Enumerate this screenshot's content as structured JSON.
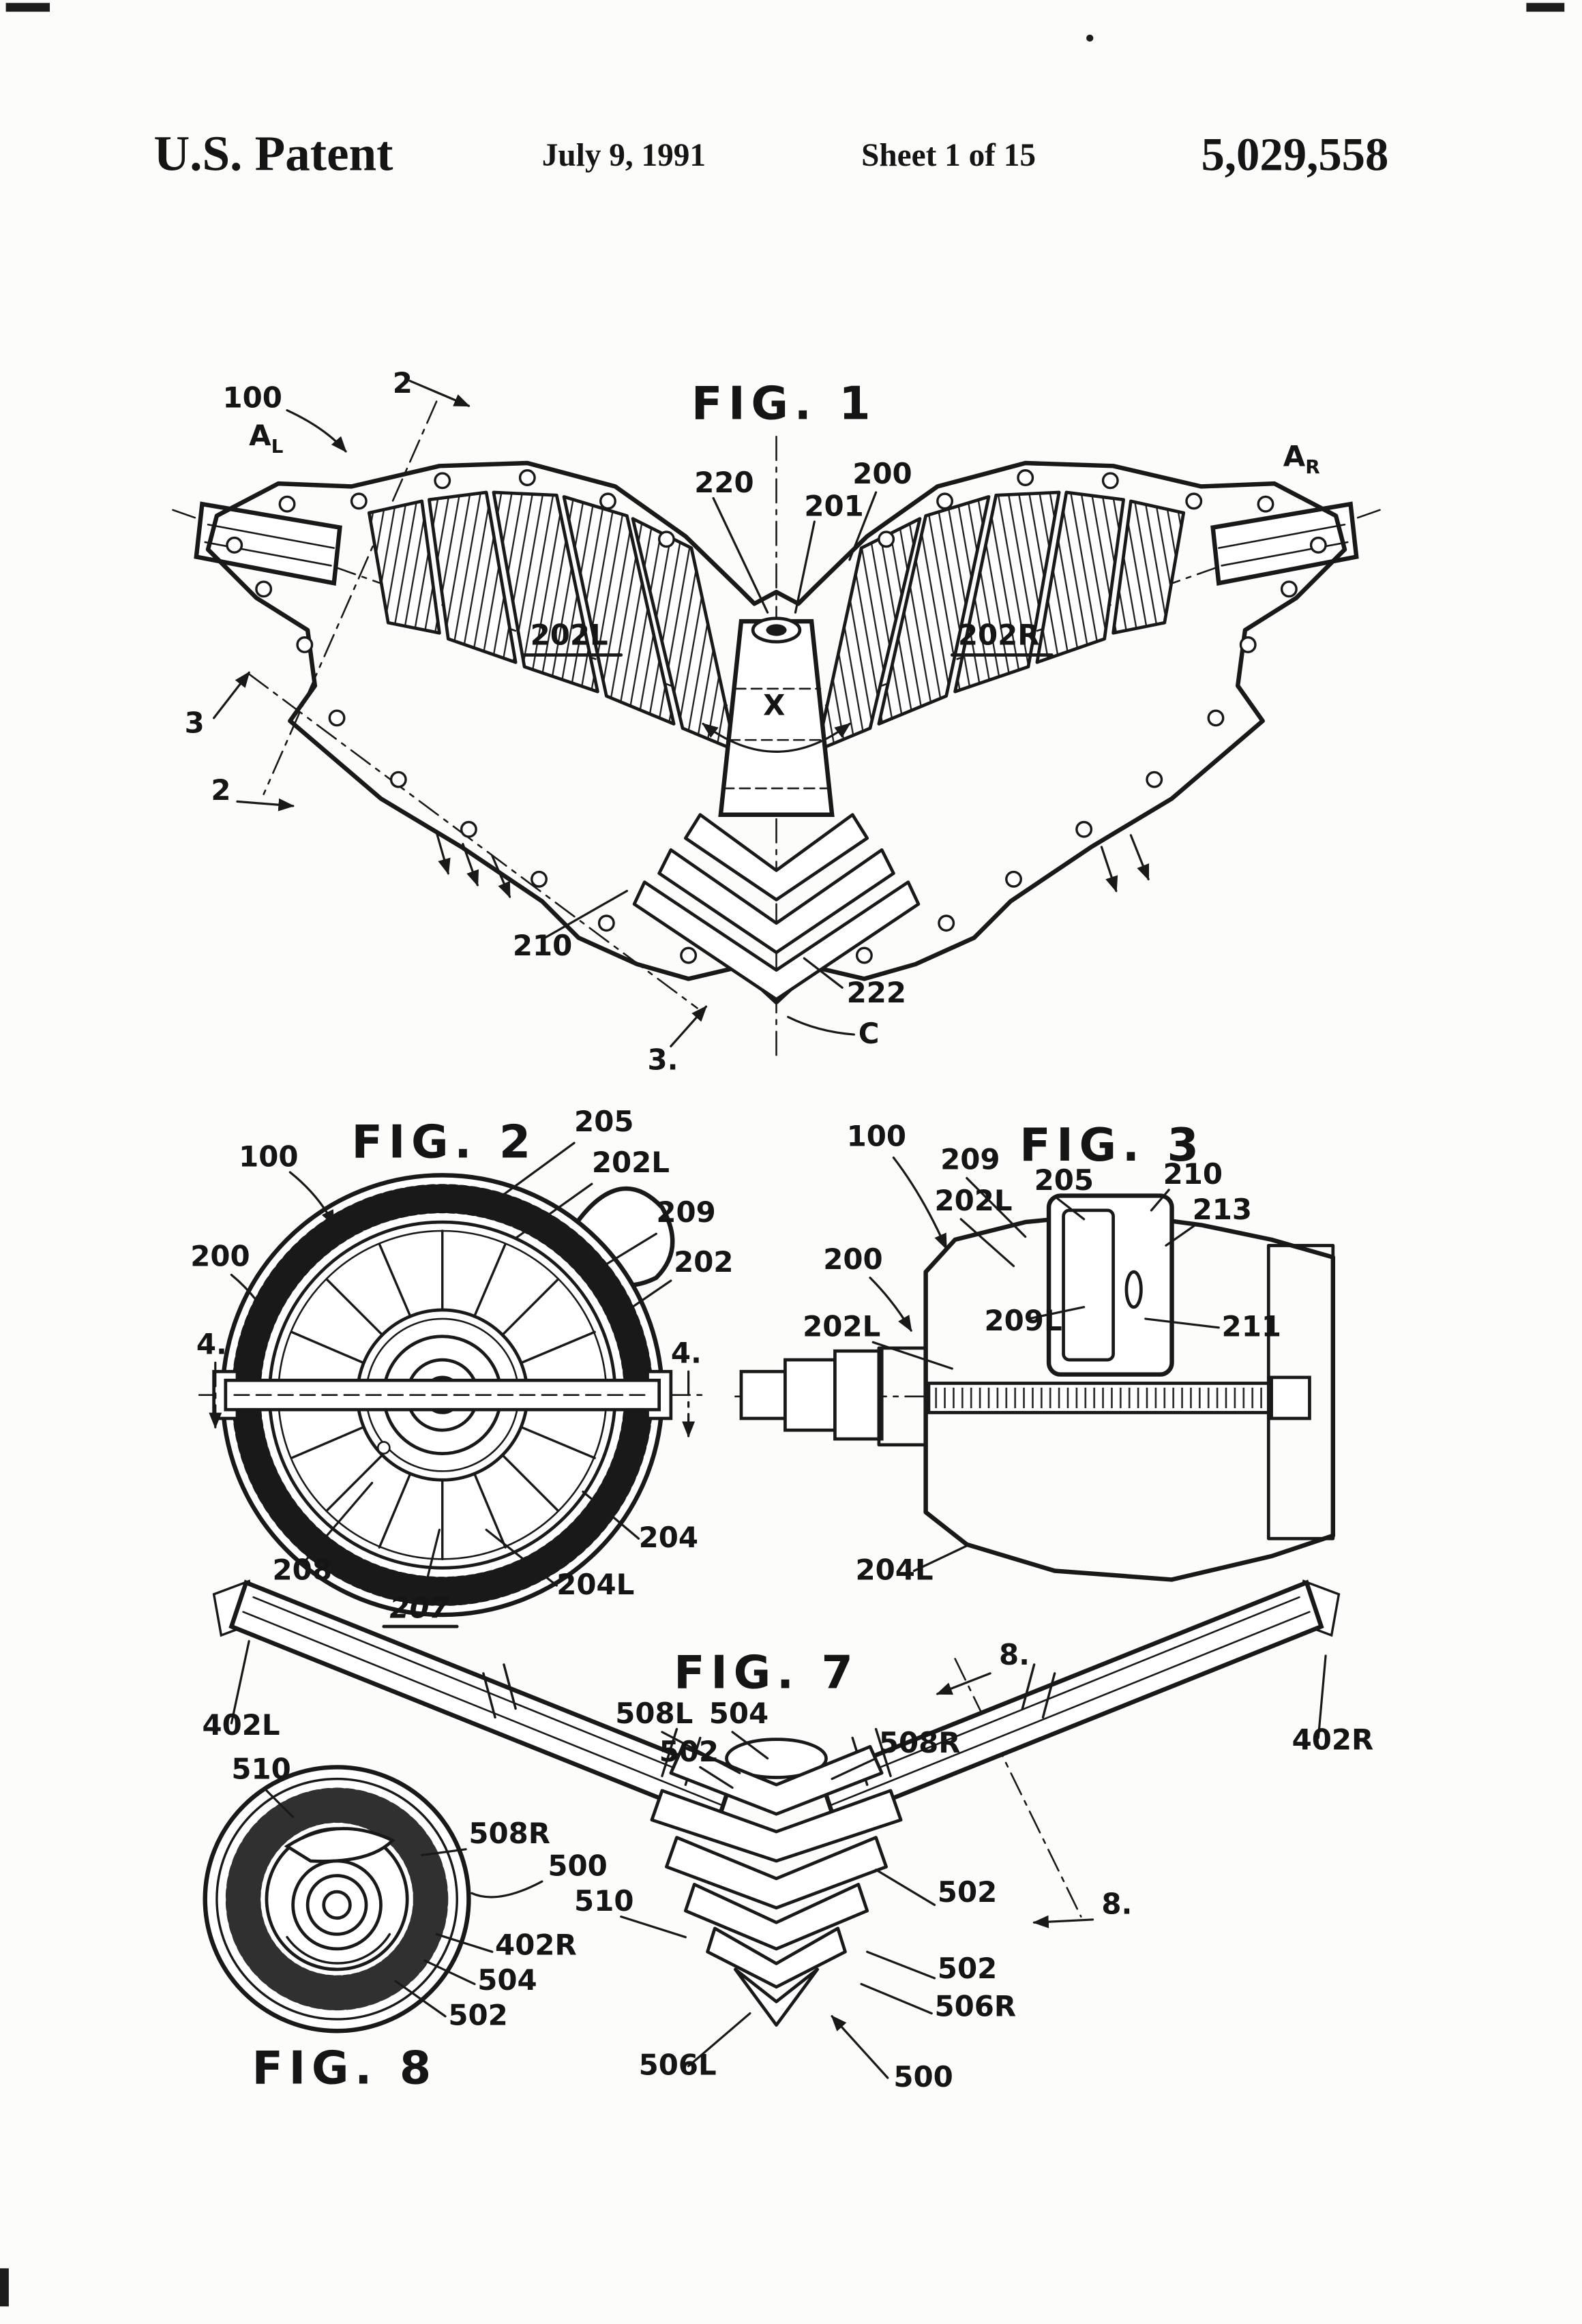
{
  "colors": {
    "ink": "#191919",
    "paper": "#fcfcfa"
  },
  "header": {
    "title": "U.S. Patent",
    "date": "July 9, 1991",
    "sheet": "Sheet 1 of 15",
    "patent_number": "5,029,558"
  },
  "figures": {
    "fig1": {
      "label": "FIG. 1",
      "axis_left": {
        "base": "A",
        "sub": "L"
      },
      "axis_right": {
        "base": "A",
        "sub": "R"
      },
      "callouts": {
        "c100": "100",
        "c2_top": "2",
        "c220": "220",
        "c201": "201",
        "c200": "200",
        "c202L": "202L",
        "c202R": "202R",
        "cX": "X",
        "c3_left": "3",
        "c2_left": "2",
        "c210": "210",
        "c222": "222",
        "cC": "C",
        "c3_bottom": "3."
      }
    },
    "fig2": {
      "label": "FIG. 2",
      "callouts": {
        "c100": "100",
        "c205": "205",
        "c202L": "202L",
        "c209": "209",
        "c200": "200",
        "c202": "202",
        "c4_left": "4.",
        "c4_right": "4.",
        "c204": "204",
        "c204L": "204L",
        "c208": "208",
        "c207": "207"
      }
    },
    "fig3": {
      "label": "FIG. 3",
      "callouts": {
        "c100": "100",
        "c209": "209",
        "c205": "205",
        "c210": "210",
        "c213": "213",
        "c202L_top": "202L",
        "c200": "200",
        "c202L_left": "202L",
        "c209L": "209L",
        "c211": "211",
        "c204L": "204L"
      }
    },
    "fig7": {
      "label": "FIG. 7",
      "callouts": {
        "c8_top": "8.",
        "c508L": "508L",
        "c504": "504",
        "c502_top": "502",
        "c508R": "508R",
        "c402L": "402L",
        "c402R": "402R",
        "c510": "510",
        "c502_mid": "502",
        "c8_bottom": "8.",
        "c502_low": "502",
        "c506R": "506R",
        "c506L": "506L",
        "c500": "500"
      }
    },
    "fig8": {
      "label": "FIG. 8",
      "callouts": {
        "c510": "510",
        "c508R": "508R",
        "c500": "500",
        "c402R": "402R",
        "c504": "504",
        "c502": "502"
      }
    }
  }
}
